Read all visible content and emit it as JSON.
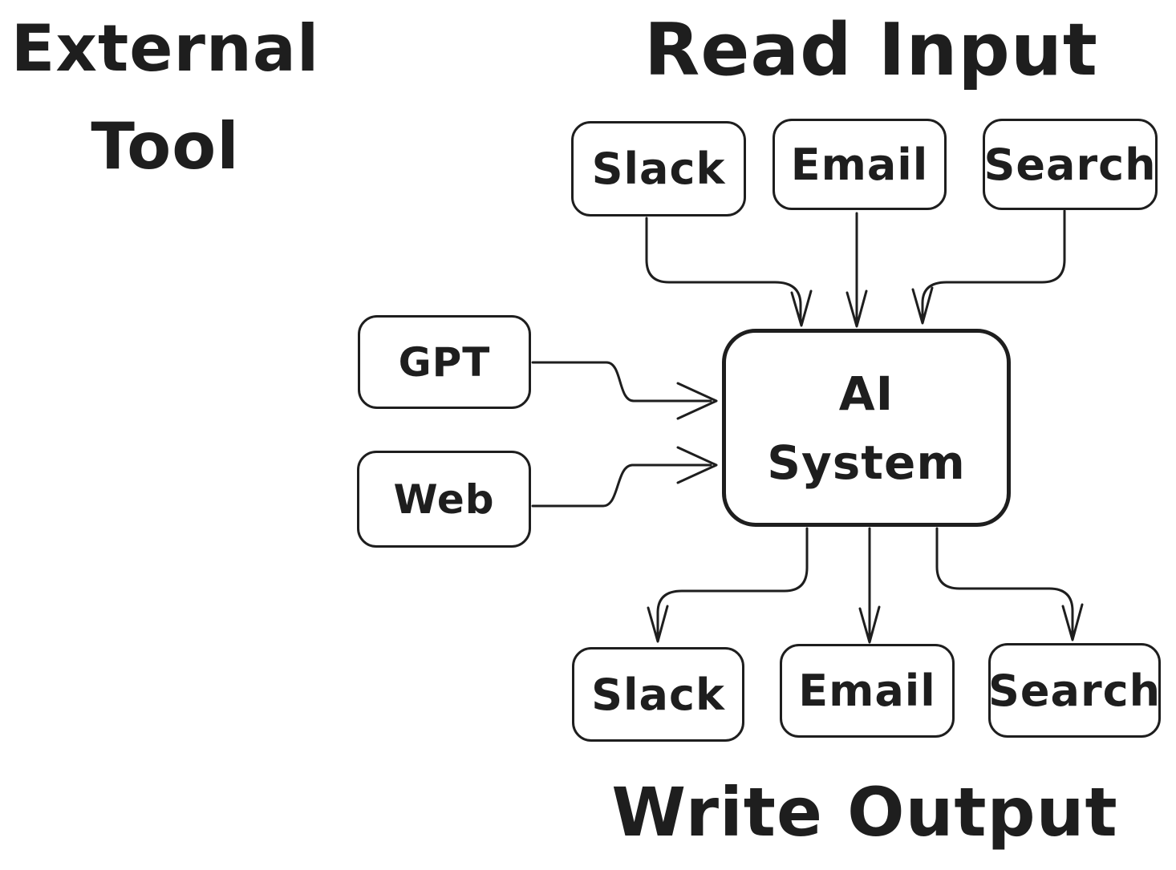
{
  "titles": {
    "read_input": "Read Input",
    "write_output": "Write Output",
    "external_line1": "External",
    "external_line2": "Tool"
  },
  "nodes": {
    "inputs": [
      {
        "label": "Slack"
      },
      {
        "label": "Email"
      },
      {
        "label": "Search"
      }
    ],
    "external_tools": [
      {
        "label": "GPT"
      },
      {
        "label": "Web"
      }
    ],
    "ai_system": {
      "line1": "AI",
      "line2": "System"
    },
    "outputs": [
      {
        "label": "Slack"
      },
      {
        "label": "Email"
      },
      {
        "label": "Search"
      }
    ]
  },
  "edges": [
    {
      "from": "Slack (input)",
      "to": "AI System",
      "group": "read-input"
    },
    {
      "from": "Email (input)",
      "to": "AI System",
      "group": "read-input"
    },
    {
      "from": "Search (input)",
      "to": "AI System",
      "group": "read-input"
    },
    {
      "from": "GPT",
      "to": "AI System",
      "group": "external-tool"
    },
    {
      "from": "Web",
      "to": "AI System",
      "group": "external-tool"
    },
    {
      "from": "AI System",
      "to": "Slack (output)",
      "group": "write-output"
    },
    {
      "from": "AI System",
      "to": "Email (output)",
      "group": "write-output"
    },
    {
      "from": "AI System",
      "to": "Search (output)",
      "group": "write-output"
    }
  ],
  "colors": {
    "stroke": "#1e1e1e",
    "background": "#ffffff"
  }
}
